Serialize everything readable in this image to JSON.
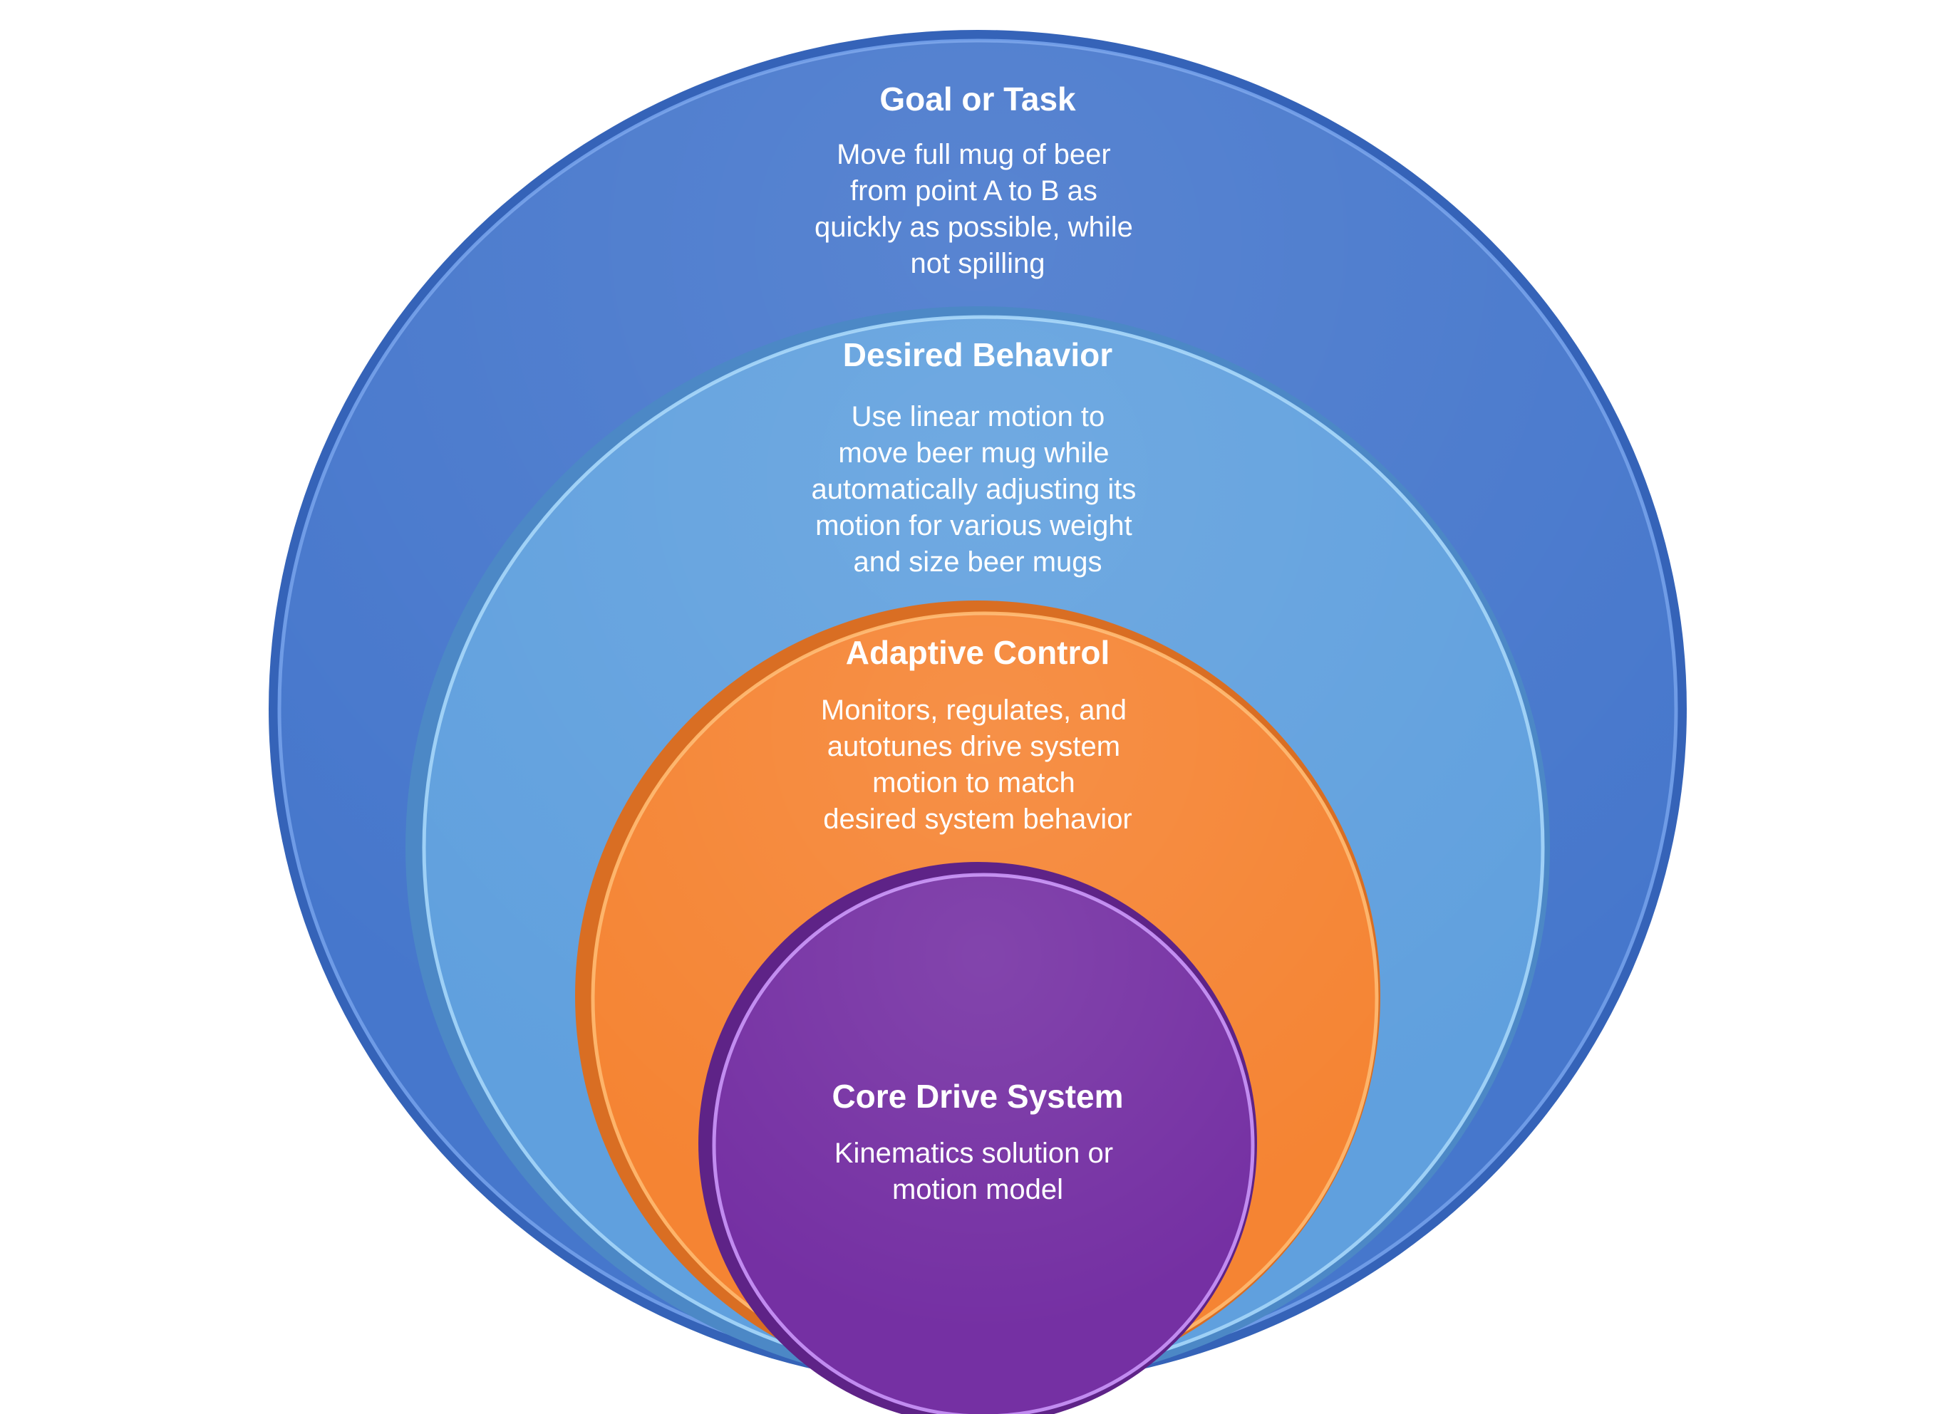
{
  "diagram": {
    "layers": [
      {
        "key": "goal",
        "title": "Goal or Task",
        "description": [
          "Move full mug of beer",
          "from point A to B as",
          "quickly as possible, while",
          "not spilling"
        ],
        "color": "#4677CC"
      },
      {
        "key": "behavior",
        "title": "Desired Behavior",
        "description": [
          "Use linear motion to",
          "move beer mug while",
          "automatically adjusting its",
          "motion for various weight",
          "and size beer mugs"
        ],
        "color": "#60A0DE"
      },
      {
        "key": "adaptive",
        "title": "Adaptive Control",
        "description": [
          "Monitors, regulates, and",
          "autotunes drive system",
          "motion to match",
          "desired system behavior"
        ],
        "color": "#F58433"
      },
      {
        "key": "core",
        "title": "Core Drive System",
        "description": [
          "Kinematics solution or",
          "motion model"
        ],
        "color": "#7530A3"
      }
    ]
  }
}
